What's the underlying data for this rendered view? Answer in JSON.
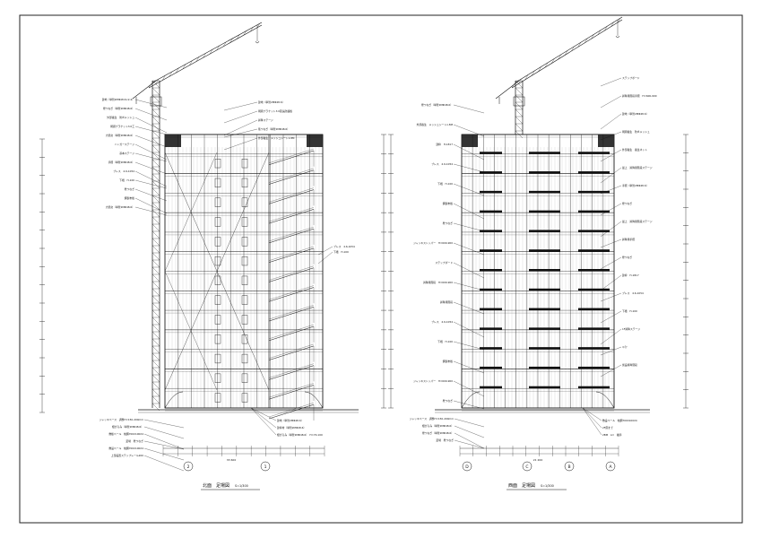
{
  "sheet": {
    "north": {
      "caption": "北面　足場図",
      "scale": "S=1/300",
      "grid_marks": [
        "2",
        "1"
      ],
      "callouts_left": [
        "建地（単管2MΦ48.6×2.4）",
        "壁つなぎ（単管2MΦ48.6）",
        "外部養生　防炎メッシュ",
        "朝顔ブラケット3.0工",
        "大筋交（単管2MΦ48.6）",
        "ハンガーステージ",
        "基本ステージ",
        "手摺（単管2MΦ48.6）",
        "ブレス　4.6-1054",
        "下桟　H-100",
        "壁つなぎ",
        "鋼製布板",
        "大筋交（単管2MΦ48.6）"
      ],
      "callouts_top": [
        "建地（単管2MΦ48.6）",
        "朝顔ブラケット3.0延長防護板",
        "昇降ステージ",
        "筋つなぎ（単管2MΦ48.6）",
        "外部養生　メッシュシート1.8M"
      ],
      "callouts_right": [
        "ブレス　4.6-1054",
        "下桟　H-100"
      ],
      "callouts_bottom": [
        "ジャッキベース　調整H=150-200mm",
        "根がらみ（単管2MΦ48.6）",
        "敷板ベール　幅鋼700X100X4",
        "足場　壁つなぎ",
        "敷設ベール　幅鋼700X100X4",
        "上部設置ステップレール200",
        "建地（単管2MΦ48.6）",
        "建枠材（単管2MΦ48.6）",
        "根がらみ（単管2MΦ48.6）　H=70-100"
      ],
      "dim_label": "33 600"
    },
    "west": {
      "caption": "西面　足場図",
      "scale": "S=1/300",
      "grid_marks": [
        "D",
        "C",
        "B",
        "A"
      ],
      "callouts_left": [
        "壁つなぎ（単管2MΦ48.6）",
        "外部養生　メッシュシート1.8M",
        "建枠　H-1817",
        "ブレス　4.6-1054",
        "下桟　H-100",
        "鋼製布板",
        "壁つなぎ",
        "ジャッキストッパー　H=600-900",
        "ステップボード",
        "昇降用階段　H=600-900",
        "昇降用階段",
        "ブレス　4.6-1054",
        "下桟　H-100",
        "鋼製布板",
        "ジャッキストッパー　H=600-900",
        "壁つなぎ"
      ],
      "callouts_right": [
        "ステップボード",
        "昇降用階段手摺　H=600-900",
        "建地（単管2MΦ48.6）",
        "朝顔養生　防炎メッシュ",
        "外部養生　養生ネット",
        "最上　昇降用階段ステージ",
        "手摺（単管2MΦ48.6）",
        "壁つなぎ",
        "最上　昇降用階段ステージ",
        "昇降用手摺",
        "壁つなぎ",
        "建枠　H-1817",
        "ブレス　4.6-1054",
        "下桟　H-100",
        "1F昇降ステージ",
        "ｺﾝﾃﾅ",
        "仮設昇降階段"
      ],
      "callouts_bottom": [
        "ジャッキベース　調整H=150-200mm",
        "根がらみ（単管2MΦ48.6）",
        "壁つなぎ（単管2MΦ48.6）",
        "足場　壁つなぎ",
        "敷設ベール　幅鋼700X100X4",
        "2F床まで",
        "2BM　A=　継手"
      ],
      "dim_label": "21 200"
    }
  }
}
